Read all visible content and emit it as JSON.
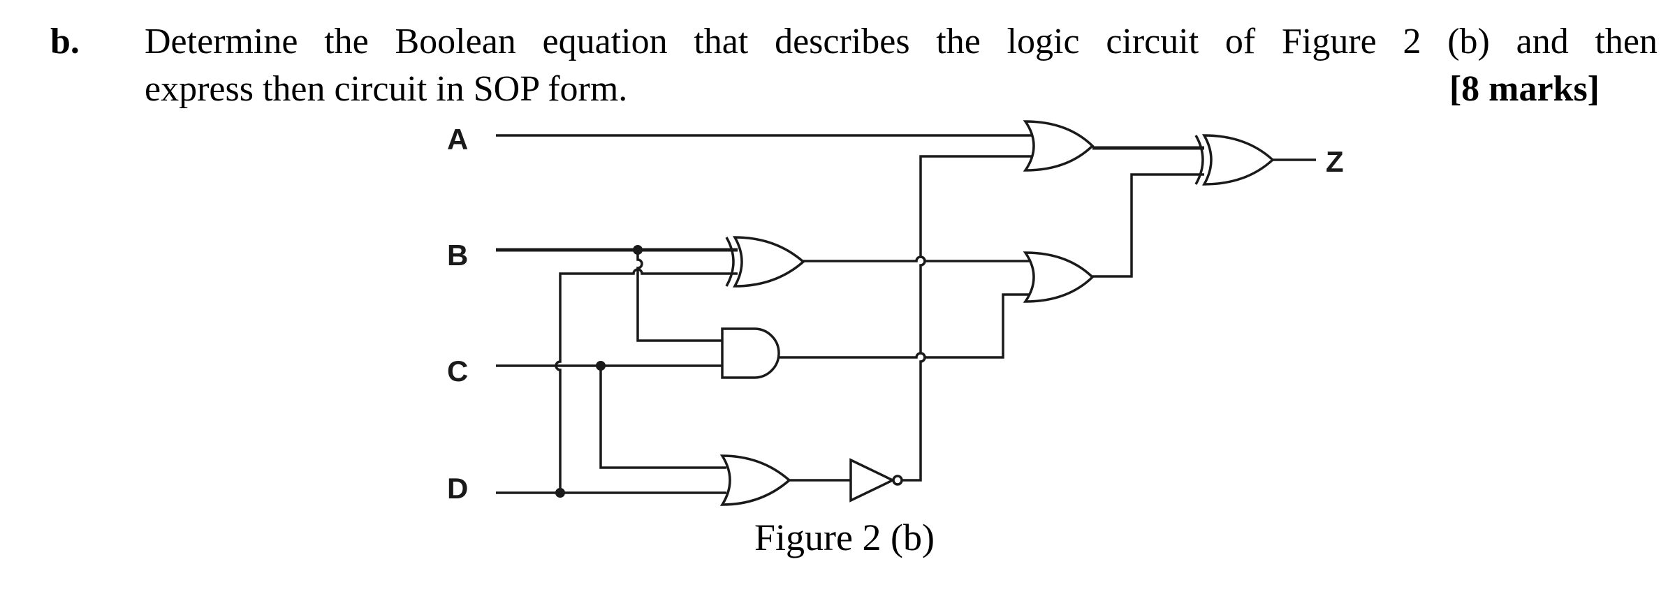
{
  "question": {
    "label": "b.",
    "line1": "Determine the Boolean equation that describes the logic circuit of Figure 2 (b) and then",
    "line2": "express then circuit in SOP form.",
    "marks": "[8 marks]"
  },
  "circuit": {
    "inputs": [
      "A",
      "B",
      "C",
      "D"
    ],
    "output": "Z"
  },
  "figure": {
    "caption": "Figure 2 (b)"
  }
}
